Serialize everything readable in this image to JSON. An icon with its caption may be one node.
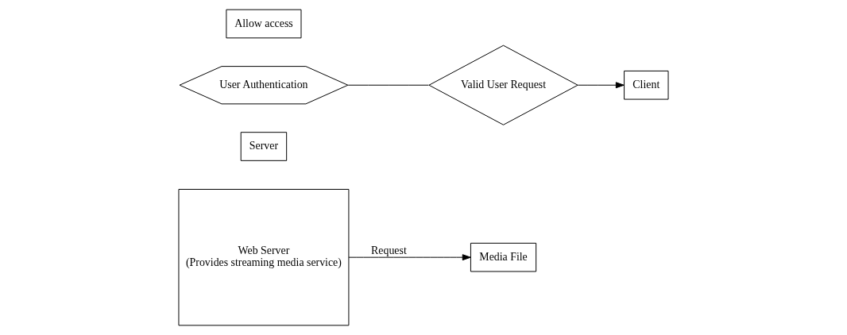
{
  "diagram": {
    "nodes": [
      {
        "text": [
          "Media File"
        ]
      },
      {
        "text": [
          "Web Server",
          "(Provides streaming media service)"
        ]
      },
      {
        "text": [
          "Server"
        ]
      },
      {
        "text": [
          "User Authentication"
        ]
      },
      {
        "text": [
          "Valid User Request"
        ]
      },
      {
        "text": [
          "Allow access"
        ]
      },
      {
        "text": [
          "Client"
        ]
      }
    ],
    "edges": [
      {
        "from": 1,
        "to": 0,
        "arrow": "to",
        "label": "Request"
      },
      {
        "from": 3,
        "to": 4,
        "arrow": "none"
      },
      {
        "from": 4,
        "to": 6,
        "arrow": "to"
      }
    ]
  }
}
